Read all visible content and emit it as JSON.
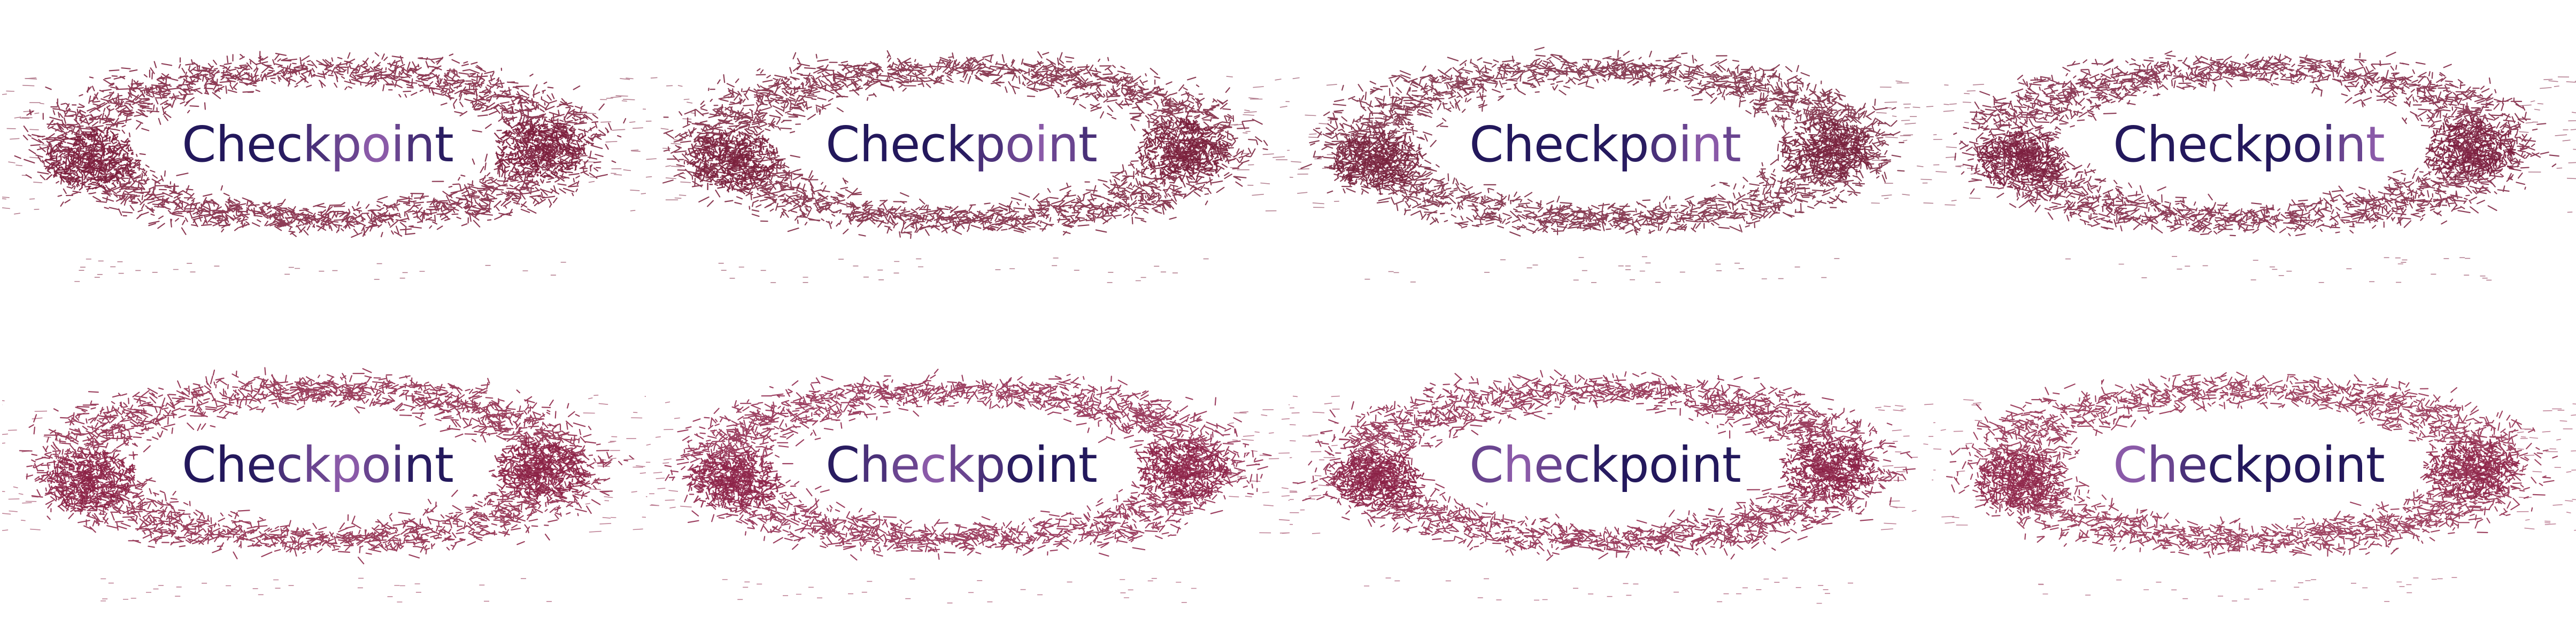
{
  "animation": {
    "word": "Checkpoint",
    "frames": [
      {
        "frame": 1,
        "highlight_letter": 6,
        "spark_color": "#7a1a38"
      },
      {
        "frame": 2,
        "highlight_letter": 7,
        "spark_color": "#781c38"
      },
      {
        "frame": 3,
        "highlight_letter": 8,
        "spark_color": "#761e3a"
      },
      {
        "frame": 4,
        "highlight_letter": 9,
        "spark_color": "#7a1c3c"
      },
      {
        "frame": 5,
        "highlight_letter": 5,
        "spark_color": "#8a1e42"
      },
      {
        "frame": 6,
        "highlight_letter": 3,
        "spark_color": "#8c2046"
      },
      {
        "frame": 7,
        "highlight_letter": 1,
        "spark_color": "#8a1e44"
      },
      {
        "frame": 8,
        "highlight_letter": 0,
        "spark_color": "#8e2448"
      }
    ],
    "colors": {
      "text_dark": "#23185c",
      "text_highlight": "#8a5aa8",
      "background": "#ffffff"
    }
  }
}
